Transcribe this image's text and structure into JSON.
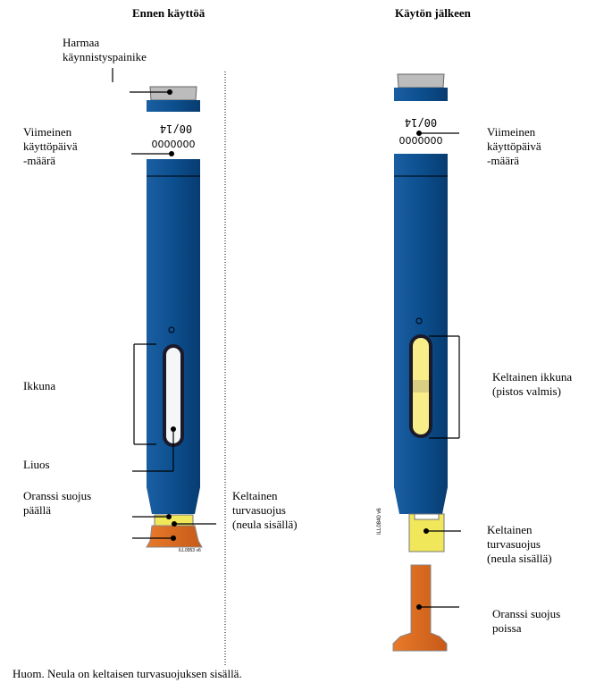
{
  "headings": {
    "before": "Ennen käyttöä",
    "after": "Käytön jälkeen"
  },
  "left_labels": {
    "button": "Harmaa\nkäynnistyspainike",
    "expiry": "Viimeinen\nkäyttöpäivä\n-määrä",
    "window": "Ikkuna",
    "solution": "Liuos",
    "orange_cap": "Oranssi suojus\npäällä",
    "yellow_guard": "Keltainen\nturvasuojus\n(neula sisällä)"
  },
  "right_labels": {
    "expiry": "Viimeinen\nkäyttöpäivä\n-määrä",
    "window": "Keltainen ikkuna\n(pistos valmis)",
    "yellow_guard": "Keltainen\nturvasuojus\n(neula sisällä)",
    "orange_cap": "Oranssi suojus\npoissa"
  },
  "pen_label": {
    "date": "00/14",
    "lot": "0000000"
  },
  "illustration_codes": {
    "left": "ILL0953 v6",
    "right": "ILL0840 v6"
  },
  "note": "Huom. Neula on keltaisen turvasuojuksen sisällä.",
  "colors": {
    "pen_blue": "#0c4f8f",
    "cap_grey": "#b9b9b9",
    "guard_yellow": "#f1e75b",
    "cap_orange": "#e06d22"
  }
}
